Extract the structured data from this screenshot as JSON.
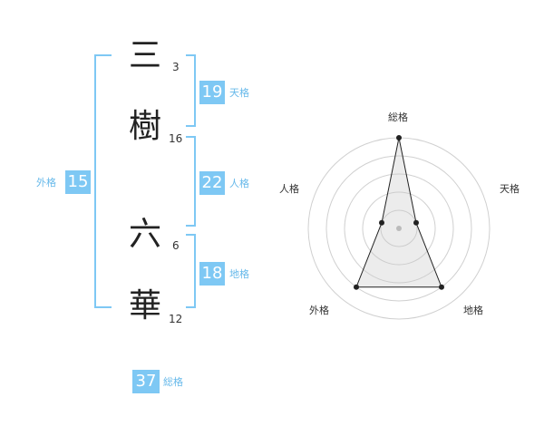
{
  "characters": [
    {
      "char": "三",
      "strokes": "3"
    },
    {
      "char": "樹",
      "strokes": "16"
    },
    {
      "char": "六",
      "strokes": "6"
    },
    {
      "char": "華",
      "strokes": "12"
    }
  ],
  "fortunes": {
    "tenkaku": {
      "value": "19",
      "label": "天格"
    },
    "jinkaku": {
      "value": "22",
      "label": "人格"
    },
    "chikaku": {
      "value": "18",
      "label": "地格"
    },
    "gaikaku": {
      "value": "15",
      "label": "外格"
    },
    "soukaku": {
      "value": "37",
      "label": "総格"
    }
  },
  "radar": {
    "axes": [
      "総格",
      "天格",
      "地格",
      "外格",
      "人格"
    ],
    "values": [
      5,
      1,
      4,
      4,
      1
    ],
    "max": 5
  }
}
